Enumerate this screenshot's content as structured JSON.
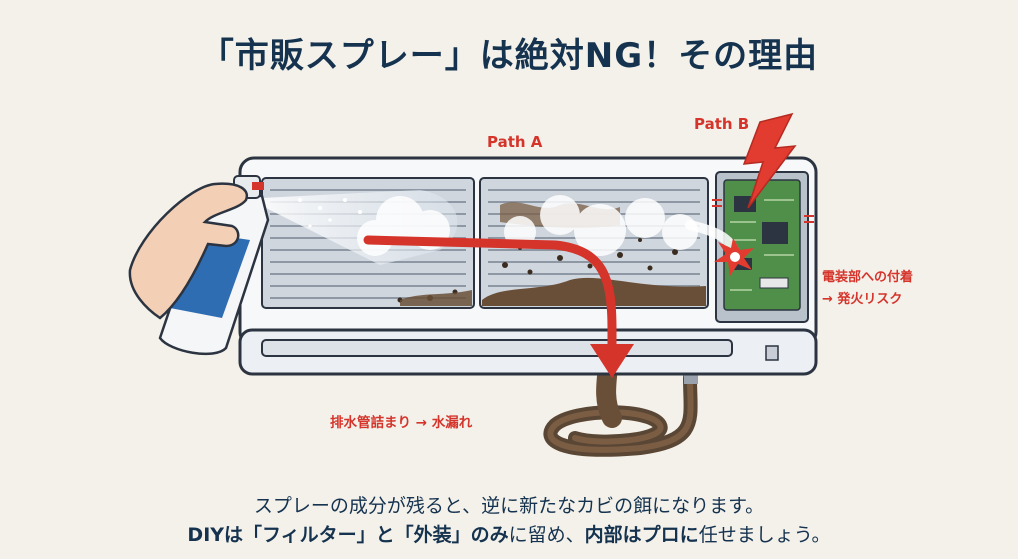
{
  "title": "「市販スプレー」は絶対NG！その理由",
  "labels": {
    "path_a": "Path A",
    "path_b": "Path B",
    "electrical_line1": "電装部への付着",
    "electrical_line2": "→ 発火リスク",
    "drain": "排水管詰まり → 水漏れ"
  },
  "caption": {
    "line1": "スプレーの成分が残ると、逆に新たなカビの餌になります。",
    "line2_parts": [
      {
        "text": "DIYは「フィルター」と「外装」のみ",
        "bold": true
      },
      {
        "text": "に留め、",
        "bold": false
      },
      {
        "text": "内部はプロに",
        "bold": true
      },
      {
        "text": "任せましょう。",
        "bold": false
      }
    ]
  },
  "colors": {
    "title": "#15324f",
    "accent_red": "#d5342b",
    "background": "#f3f1ea",
    "circuit_green": "#4f8f4a"
  },
  "icons": [
    "spray-can-icon",
    "hand-icon",
    "lightning-icon",
    "spark-icon",
    "drain-hose-icon",
    "circuit-board-icon"
  ]
}
